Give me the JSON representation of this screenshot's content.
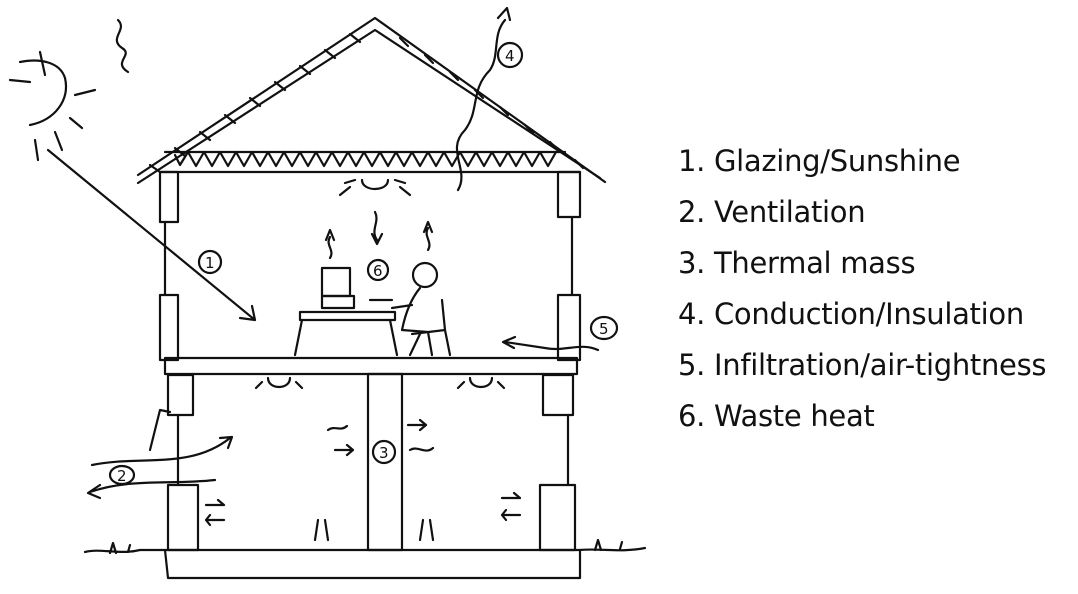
{
  "legend": [
    "1. Glazing/Sunshine",
    "2. Ventilation",
    "3. Thermal mass",
    "4. Conduction/Insulation",
    "5. Infiltration/air-tightness",
    "6. Waste heat"
  ],
  "markers": [
    "1",
    "2",
    "3",
    "4",
    "5",
    "6"
  ]
}
